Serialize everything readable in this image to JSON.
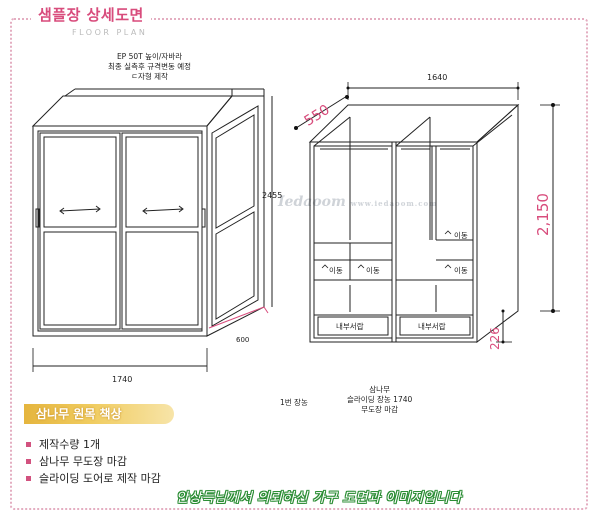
{
  "header": {
    "title": "샘플장 상세도면",
    "subtitle": "FLOOR PLAN"
  },
  "left_drawing": {
    "note_lines": [
      "EP 50T 높이/자바라",
      "최종 실측후 규격변동 예정",
      "ㄷ자형 제작"
    ],
    "dim_width": "1740",
    "dim_height": "2455",
    "dim_depth": "600",
    "caption": "1번 장농"
  },
  "right_drawing": {
    "dim_width": "1640",
    "dim_depth": "550",
    "dim_height": "2,150",
    "dim_base": "226",
    "drawer_left": "이동",
    "drawer_right": "이동",
    "shelf_top_right": "이동",
    "shelf_mid_right": "이동",
    "inner_drawer_left": "내부서랍",
    "inner_drawer_right": "내부서랍",
    "caption_lines": [
      "삼나무",
      "슬라이딩 장농 1740",
      "무도장 마감"
    ]
  },
  "watermark": {
    "brand": "Iedaoom",
    "site": "www.iedaoom.com"
  },
  "spec_banner": "삼나무 원목 책상",
  "features": [
    "제작수량  1개",
    "삼나무 무도장 마감",
    "슬라이딩 도어로 제작 마감"
  ],
  "closing": "안상득님께서 의뢰하신 가구 도면과 이미지입니다",
  "colors": {
    "accent_pink": "#d84c7c",
    "banner_gold": "#e5b53e",
    "closing_green": "#2b8d34"
  }
}
